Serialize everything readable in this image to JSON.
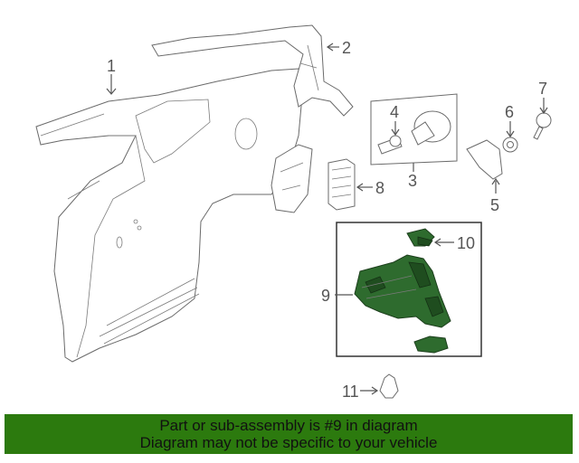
{
  "callouts": [
    {
      "id": "1",
      "text": "1"
    },
    {
      "id": "2",
      "text": "2"
    },
    {
      "id": "3",
      "text": "3"
    },
    {
      "id": "4",
      "text": "4"
    },
    {
      "id": "5",
      "text": "5"
    },
    {
      "id": "6",
      "text": "6"
    },
    {
      "id": "7",
      "text": "7"
    },
    {
      "id": "8",
      "text": "8"
    },
    {
      "id": "9",
      "text": "9"
    },
    {
      "id": "10",
      "text": "10"
    },
    {
      "id": "11",
      "text": "11"
    }
  ],
  "highlighted_part": "9",
  "colors": {
    "highlight": "#2e6b2e",
    "banner": "#2c7a0e"
  },
  "banner": {
    "line1": "Part or sub-assembly is #9 in diagram",
    "line2": "Diagram may not be specific to your vehicle"
  }
}
